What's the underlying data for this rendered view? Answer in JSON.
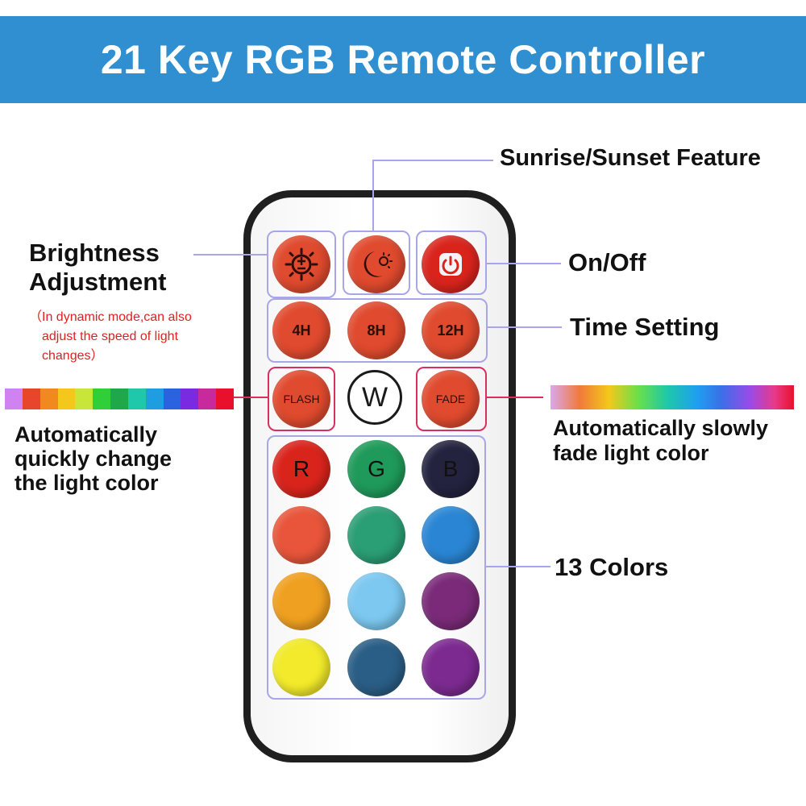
{
  "header": {
    "title": "21 Key RGB Remote Controller",
    "color": "#2f8fd0"
  },
  "annotations": {
    "sunrise": "Sunrise/Sunset Feature",
    "brightness_line1": "Brightness",
    "brightness_line2": "Adjustment",
    "brightness_note_line1": "（In dynamic mode,can also",
    "brightness_note_line2": "adjust the speed of light",
    "brightness_note_line3": "changes）",
    "onoff": "On/Off",
    "time_setting": "Time Setting",
    "flash_desc_line1": "Automatically",
    "flash_desc_line2": "quickly change",
    "flash_desc_line3": "the light color",
    "fade_desc_line1": "Automatically slowly",
    "fade_desc_line2": "fade light color",
    "colors": "13 Colors"
  },
  "remote": {
    "timer_buttons": [
      "4H",
      "8H",
      "12H"
    ],
    "flash": "FLASH",
    "white": "W",
    "fade": "FADE",
    "rgb": [
      "R",
      "G",
      "B"
    ],
    "colors": {
      "orange_red": "#e04a2e",
      "red": "#d9241c",
      "green": "#1f9a5a",
      "navy": "#23233f",
      "coral": "#e8553a",
      "teal": "#2a9e74",
      "blue": "#2a86d4",
      "amber": "#f0a020",
      "sky": "#7cc8f0",
      "purple": "#7a2a78",
      "yellow": "#f2ea2a",
      "steel": "#2a5e86",
      "violet": "#7c2a90"
    }
  },
  "flash_strip_colors": [
    "#d083f0",
    "#e8462c",
    "#f08a1e",
    "#f4c81a",
    "#c8e63a",
    "#2fcf3a",
    "#1ea84a",
    "#1ec8a8",
    "#1e9ee0",
    "#2a62e0",
    "#7a2ae0",
    "#c82a9e",
    "#e8102a"
  ],
  "icons": {
    "brightness": "brightness-sun-icon",
    "sunrise": "moon-sun-icon",
    "power": "power-icon"
  }
}
